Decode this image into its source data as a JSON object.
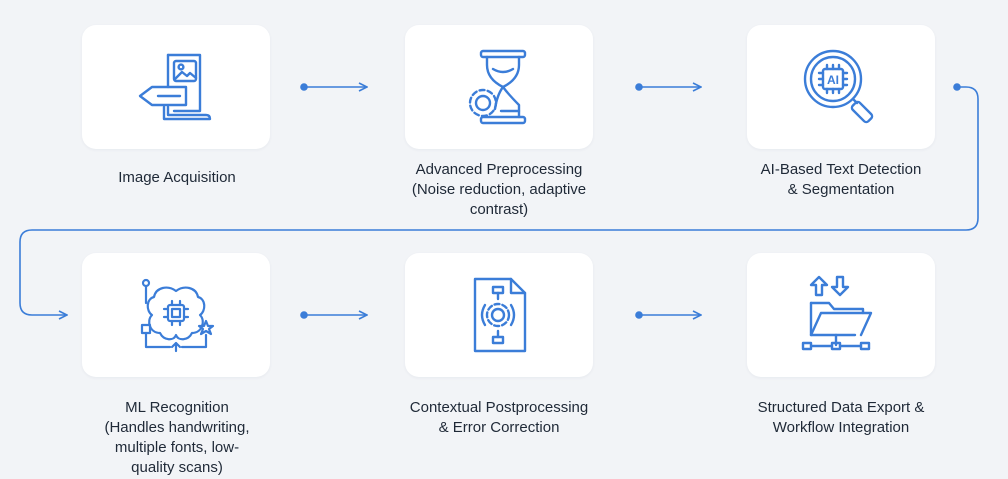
{
  "accent_color": "#3b7dd8",
  "steps": [
    {
      "icon": "image-document-icon",
      "label": "Image Acquisition"
    },
    {
      "icon": "hourglass-gear-icon",
      "label": "Advanced Preprocessing\n(Noise reduction, adaptive\ncontrast)"
    },
    {
      "icon": "ai-magnifier-icon",
      "label": "AI-Based Text Detection\n& Segmentation"
    },
    {
      "icon": "brain-chip-icon",
      "label": "ML Recognition\n(Handles handwriting,\nmultiple fonts, low-\nquality scans)"
    },
    {
      "icon": "document-gear-icon",
      "label": "Contextual Postprocessing\n& Error Correction"
    },
    {
      "icon": "folder-export-icon",
      "label": "Structured Data Export &\nWorkflow Integration"
    }
  ]
}
